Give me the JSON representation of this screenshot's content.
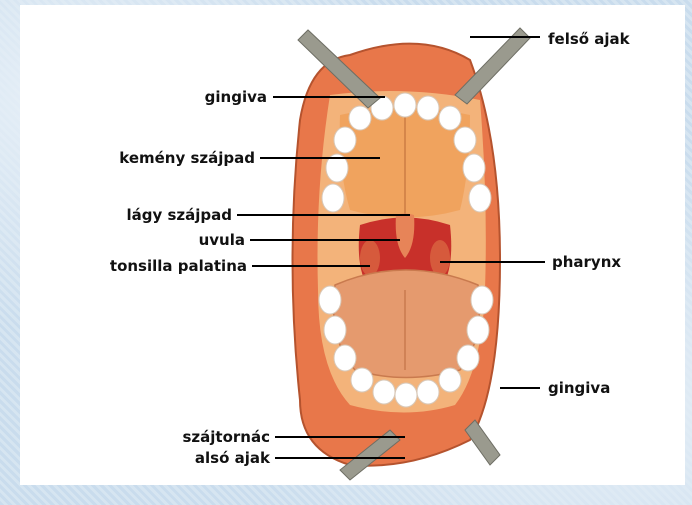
{
  "labels": {
    "felso_ajak": "felső ajak",
    "gingiva_top": "gingiva",
    "kemeny_szajpad": "kemény szájpad",
    "lagy_szajpad": "lágy szájpad",
    "uvula": "uvula",
    "tonsilla_palatina": "tonsilla palatina",
    "pharynx": "pharynx",
    "gingiva_bottom": "gingiva",
    "szajtornac": "szájtornác",
    "also_ajak": "alsó ajak"
  },
  "colors": {
    "background": "#cfe0ee",
    "panel": "#ffffff",
    "lip": "#e8774a",
    "palate": "#f0a35e",
    "tongue": "#e59a6e",
    "throat": "#c8302a",
    "teeth": "#ffffff",
    "retractor": "#9a9a8e",
    "leader_line": "#000000"
  }
}
